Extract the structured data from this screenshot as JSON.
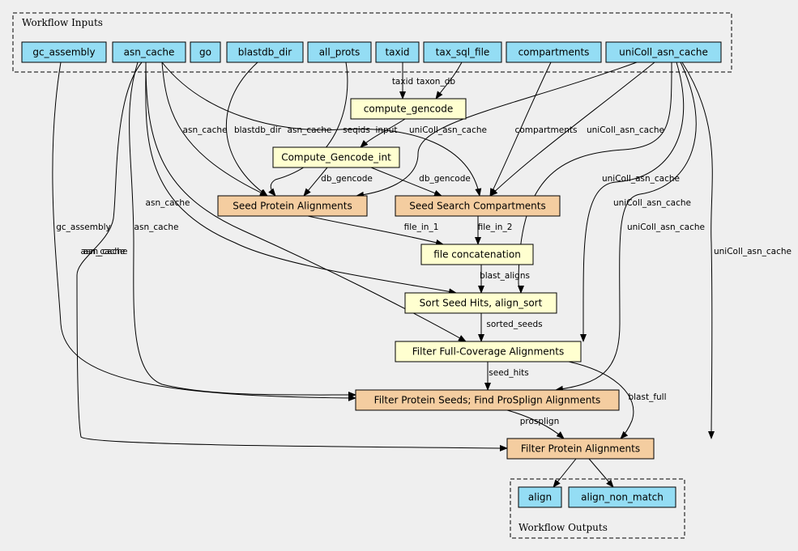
{
  "colors": {
    "background": "#efefef",
    "input": "#94ddf4",
    "tool": "#ffffd0",
    "subworkflow": "#f4cda0"
  },
  "clusters": {
    "inputs": "Workflow Inputs",
    "outputs": "Workflow Outputs"
  },
  "nodes": {
    "gc_assembly": {
      "label": "gc_assembly",
      "kind": "input"
    },
    "asn_cache": {
      "label": "asn_cache",
      "kind": "input"
    },
    "go": {
      "label": "go",
      "kind": "input"
    },
    "blastdb_dir": {
      "label": "blastdb_dir",
      "kind": "input"
    },
    "all_prots": {
      "label": "all_prots",
      "kind": "input"
    },
    "taxid": {
      "label": "taxid",
      "kind": "input"
    },
    "tax_sql_file": {
      "label": "tax_sql_file",
      "kind": "input"
    },
    "compartments": {
      "label": "compartments",
      "kind": "input"
    },
    "uniColl_asn_cache": {
      "label": "uniColl_asn_cache",
      "kind": "input"
    },
    "compute_gencode": {
      "label": "compute_gencode",
      "kind": "tool"
    },
    "compute_gencode_int": {
      "label": "Compute_Gencode_int",
      "kind": "tool"
    },
    "seed_protein": {
      "label": "Seed Protein Alignments",
      "kind": "subworkflow"
    },
    "seed_search": {
      "label": "Seed Search Compartments",
      "kind": "subworkflow"
    },
    "file_concat": {
      "label": "file concatenation",
      "kind": "tool"
    },
    "sort_seed": {
      "label": "Sort Seed Hits, align_sort",
      "kind": "tool"
    },
    "filter_full": {
      "label": "Filter Full-Coverage Alignments",
      "kind": "tool"
    },
    "filter_seeds": {
      "label": "Filter Protein Seeds; Find ProSplign Alignments",
      "kind": "subworkflow"
    },
    "filter_prot": {
      "label": "Filter Protein Alignments",
      "kind": "subworkflow"
    },
    "align": {
      "label": "align",
      "kind": "input"
    },
    "align_non_match": {
      "label": "align_non_match",
      "kind": "input"
    }
  },
  "edges": [
    {
      "from": "taxid",
      "to": "compute_gencode",
      "label": "taxid"
    },
    {
      "from": "tax_sql_file",
      "to": "compute_gencode",
      "label": "taxon_db"
    },
    {
      "from": "compute_gencode",
      "to": "compute_gencode_int",
      "label": "input"
    },
    {
      "from": "asn_cache",
      "to": "seed_protein",
      "label": "asn_cache"
    },
    {
      "from": "blastdb_dir",
      "to": "seed_protein",
      "label": "blastdb_dir"
    },
    {
      "from": "all_prots",
      "to": "seed_protein",
      "label": "seqids"
    },
    {
      "from": "uniColl_asn_cache",
      "to": "seed_protein",
      "label": "uniColl_asn_cache"
    },
    {
      "from": "compute_gencode_int",
      "to": "seed_protein",
      "label": "db_gencode"
    },
    {
      "from": "asn_cache",
      "to": "seed_search",
      "label": "asn_cache"
    },
    {
      "from": "compartments",
      "to": "seed_search",
      "label": "compartments"
    },
    {
      "from": "uniColl_asn_cache",
      "to": "seed_search",
      "label": "uniColl_asn_cache"
    },
    {
      "from": "compute_gencode_int",
      "to": "seed_search",
      "label": "db_gencode"
    },
    {
      "from": "seed_protein",
      "to": "file_concat",
      "label": "file_in_1"
    },
    {
      "from": "seed_search",
      "to": "file_concat",
      "label": "file_in_2"
    },
    {
      "from": "asn_cache",
      "to": "sort_seed",
      "label": "asn_cache"
    },
    {
      "from": "uniColl_asn_cache",
      "to": "sort_seed",
      "label": "uniColl_asn_cache"
    },
    {
      "from": "file_concat",
      "to": "sort_seed",
      "label": "blast_aligns"
    },
    {
      "from": "asn_cache",
      "to": "filter_full",
      "label": "asn_cache"
    },
    {
      "from": "uniColl_asn_cache",
      "to": "filter_full",
      "label": "uniColl_asn_cache"
    },
    {
      "from": "sort_seed",
      "to": "filter_full",
      "label": "sorted_seeds"
    },
    {
      "from": "gc_assembly",
      "to": "filter_seeds",
      "label": "gc_assembly"
    },
    {
      "from": "asn_cache",
      "to": "filter_seeds",
      "label": "asn_cache"
    },
    {
      "from": "uniColl_asn_cache",
      "to": "filter_seeds",
      "label": "uniColl_asn_cache"
    },
    {
      "from": "filter_full",
      "to": "filter_seeds",
      "label": "seed_hits"
    },
    {
      "from": "asn_cache",
      "to": "filter_prot",
      "label": "asn_cache"
    },
    {
      "from": "uniColl_asn_cache",
      "to": "filter_prot",
      "label": "uniColl_asn_cache"
    },
    {
      "from": "filter_seeds",
      "to": "filter_prot",
      "label": "prosplign"
    },
    {
      "from": "filter_full",
      "to": "filter_prot",
      "label": "blast_full"
    },
    {
      "from": "filter_prot",
      "to": "align",
      "label": ""
    },
    {
      "from": "filter_prot",
      "to": "align_non_match",
      "label": ""
    }
  ]
}
